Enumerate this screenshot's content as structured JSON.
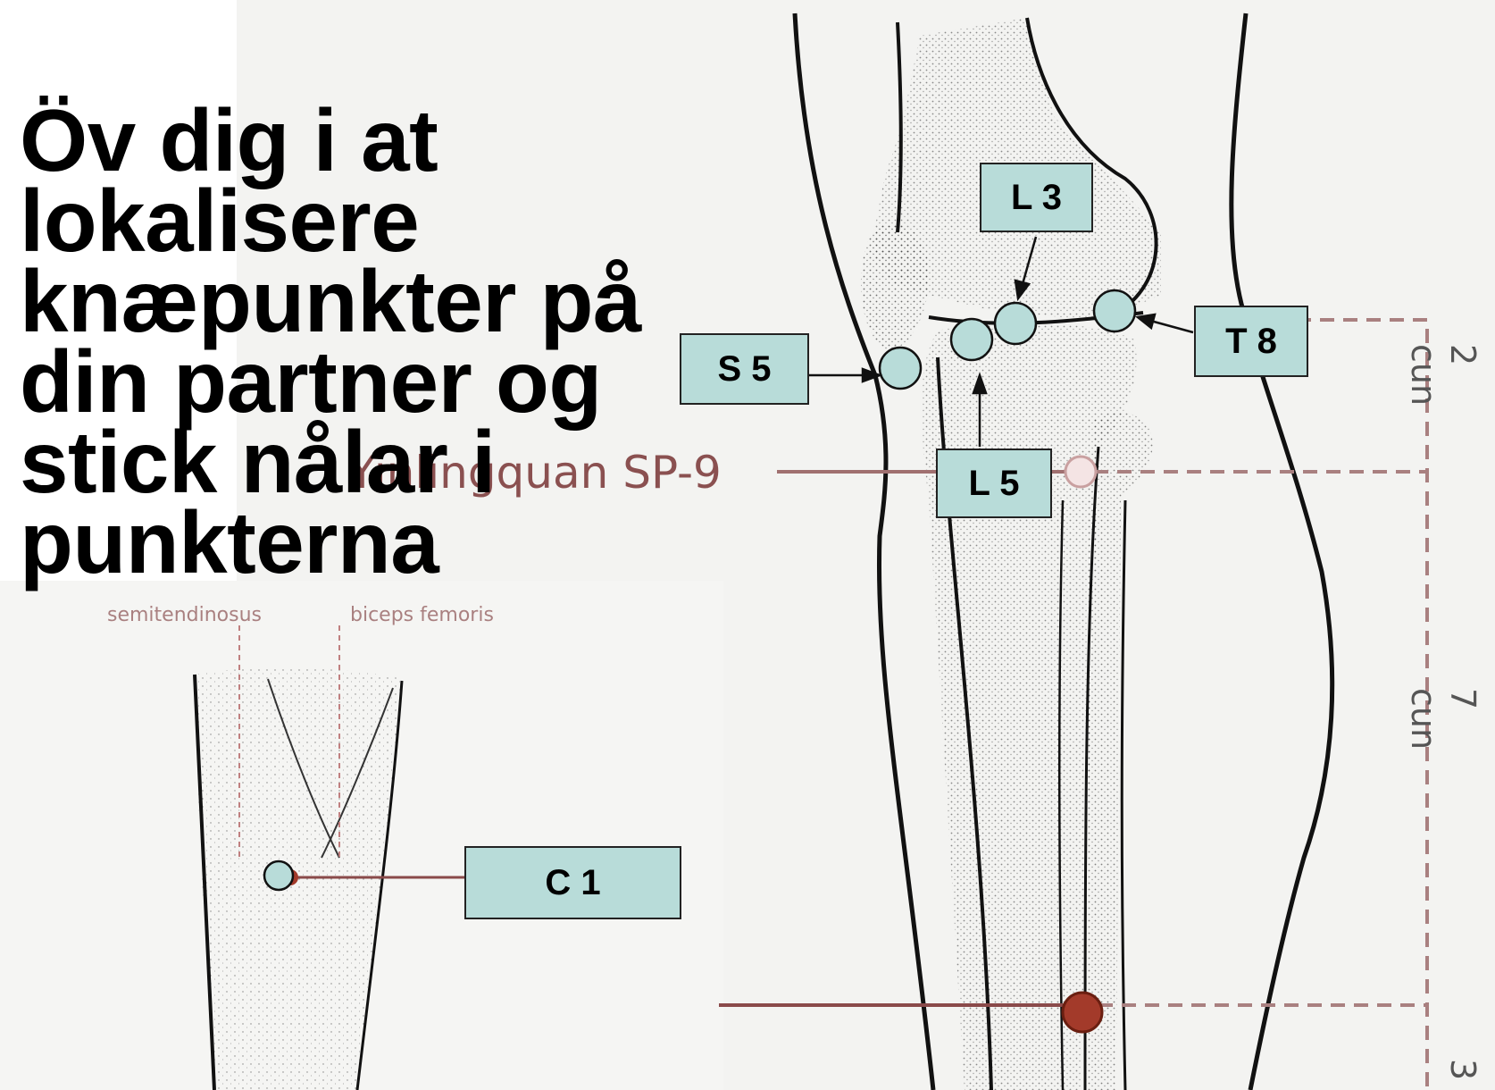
{
  "title": "Öv dig i at lokalisere knæpunkter på din partner og stick nålar i punkterna",
  "labels": {
    "L3": "L 3",
    "S5": "S 5",
    "T8": "T 8",
    "L5": "L 5",
    "C1": "C 1"
  },
  "reference_text": {
    "point_name": "Yinlingquan SP-9",
    "tendon_left": "semitendinosus",
    "tendon_right": "biceps femoris",
    "cun_top": "2 cun",
    "cun_mid": "7 cun",
    "cun_bottom": "3"
  },
  "colors": {
    "label_fill": "#b8dcd9",
    "marker_fill": "#b8dcd9",
    "acupoint_red": "#a33a2a",
    "guide_line": "#a98080"
  }
}
